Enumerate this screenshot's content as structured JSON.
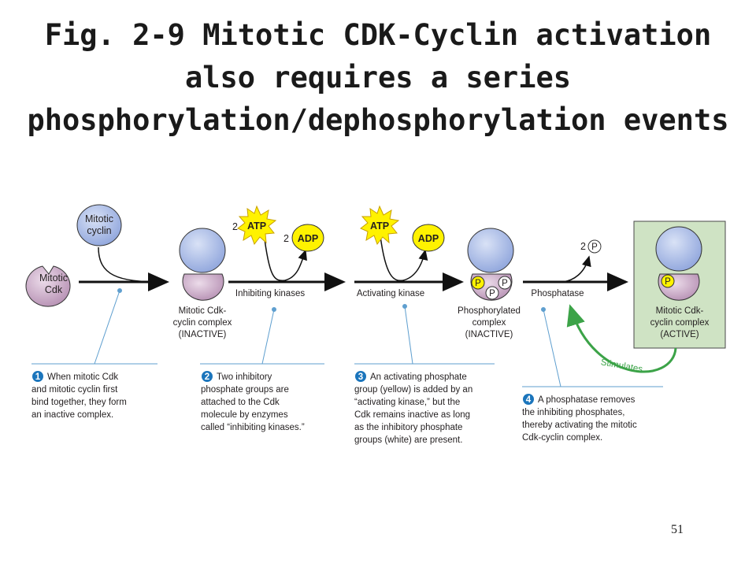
{
  "title": {
    "line1": "Fig. 2-9 Mitotic CDK-Cyclin activation",
    "line2": "also requires a series",
    "line3": "phosphorylation/dephosphorylation events"
  },
  "molecules": {
    "mitotic_cyclin": [
      "Mitotic",
      "cyclin"
    ],
    "mitotic_cdk": [
      "Mitotic",
      "Cdk"
    ],
    "atp": "ATP",
    "adp": "ADP",
    "p": "P",
    "coeff": "2"
  },
  "labels": {
    "complex1": [
      "Mitotic Cdk-",
      "cyclin complex",
      "(INACTIVE)"
    ],
    "inhibiting_kinases": "Inhibiting kinases",
    "activating_kinase": "Activating kinase",
    "phosphorylated": [
      "Phosphorylated",
      "complex",
      "(INACTIVE)"
    ],
    "phosphatase": "Phosphatase",
    "active_complex": [
      "Mitotic Cdk-",
      "cyclin complex",
      "(ACTIVE)"
    ],
    "stimulates": "Stimulates"
  },
  "steps": [
    {
      "num": "1",
      "lines": [
        "When mitotic Cdk",
        "and mitotic cyclin first",
        "bind together, they form",
        "an inactive complex."
      ]
    },
    {
      "num": "2",
      "lines": [
        "Two inhibitory",
        "phosphate groups are",
        "attached to the Cdk",
        "molecule by enzymes",
        "called “inhibiting kinases.”"
      ]
    },
    {
      "num": "3",
      "lines": [
        "An activating phosphate",
        "group (yellow) is added by an",
        "“activating kinase,” but the",
        "Cdk remains inactive as long",
        "as the inhibitory phosphate",
        "groups (white) are present."
      ]
    },
    {
      "num": "4",
      "lines": [
        "A phosphatase removes",
        "the inhibiting phosphates,",
        "thereby activating the mitotic",
        "Cdk-cyclin complex."
      ]
    }
  ],
  "page_number": "51",
  "colors": {
    "cyclin": "#aab9e3",
    "cdk": "#c9aac8",
    "atp": "#fff200",
    "active_box": "#cfe3c4",
    "pointer": "#5f9fcf",
    "step_circle": "#1b75bc",
    "stimulates": "#3ca348"
  }
}
